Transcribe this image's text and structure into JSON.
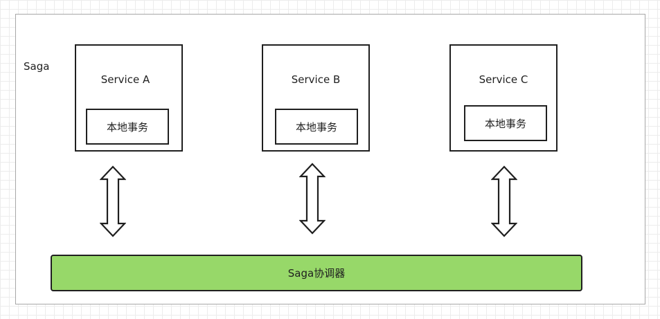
{
  "diagram": {
    "frame_label": "Saga",
    "services": [
      {
        "name": "Service A",
        "local_transaction": "本地事务"
      },
      {
        "name": "Service B",
        "local_transaction": "本地事务"
      },
      {
        "name": "Service C",
        "local_transaction": "本地事务"
      }
    ],
    "coordinator": {
      "label": "Saga协调器"
    },
    "colors": {
      "coordinator_fill": "#97d869",
      "stroke": "#1f1f1f",
      "frame_border": "#a6a6a6"
    },
    "icons": [
      "double-arrow-icon",
      "double-arrow-icon",
      "double-arrow-icon"
    ]
  }
}
